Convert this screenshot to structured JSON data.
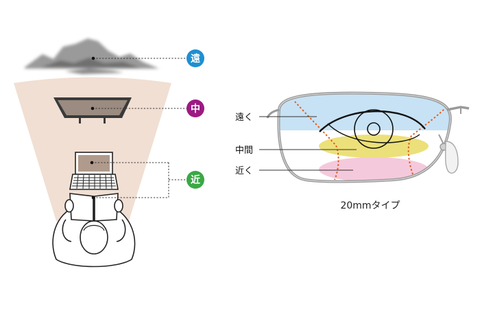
{
  "left_figure": {
    "zones": [
      {
        "label": "遠",
        "color": "#1f8fd0"
      },
      {
        "label": "中",
        "color": "#9c1a83"
      },
      {
        "label": "近",
        "color": "#3aa845"
      }
    ],
    "fan_color": "#f1dfd3"
  },
  "right_figure": {
    "lens_labels": {
      "far": "遠く",
      "mid": "中間",
      "near": "近く"
    },
    "zone_colors": {
      "far": "#c7e2f4",
      "mid": "#ece07a",
      "near": "#f5c9dc",
      "boundary": "#e05a1c"
    },
    "caption": "20mmタイプ"
  }
}
